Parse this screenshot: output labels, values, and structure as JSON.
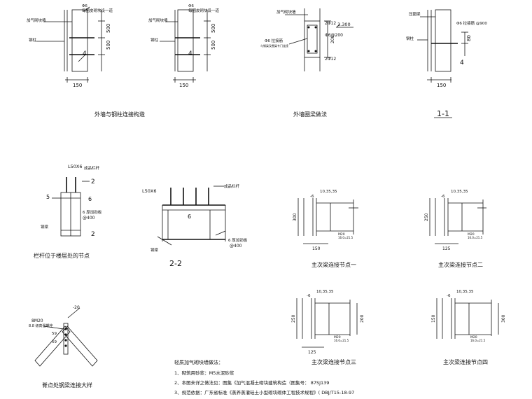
{
  "labels": {
    "d1": {
      "title": "外墙与钢柱连接构造",
      "wall": "加气砌块墙",
      "phi6": "Φ6",
      "every": "每圈皮砌块设一道",
      "col": "钢柱",
      "dim500a": "500",
      "dim500b": "500",
      "num4": "4",
      "w150": "150"
    },
    "d2": {
      "wall": "加气砌块墙",
      "phi6": "Φ6",
      "every": "每圈皮砌块设一道",
      "col": "钢柱",
      "dim500a": "500",
      "dim500b": "500",
      "num4": "4",
      "w150": "150"
    },
    "d3": {
      "title": "外墙圈梁做法",
      "wall": "加气砌块墙",
      "bar1": "2Φ12",
      "stir": "Φ6@200",
      "bar2": "2Φ12",
      "elev": "3.300",
      "dim200": "200",
      "phi6": "Φ6 拉接筋",
      "note": "与钢梁及圈梁专门连接"
    },
    "d4": {
      "title": "1-1",
      "beam": "压圈梁",
      "phi6": "Φ6 拉接筋 @900",
      "col": "钢柱",
      "dim80": "80",
      "num4": "4",
      "w150": "150"
    },
    "d5": {
      "title": "栏杆位于楼层处的节点",
      "angle": "L50X6",
      "rail": "成品栏杆",
      "mark2a": "2",
      "mark2b": "2",
      "num5": "5",
      "num6": "6",
      "plate": "6 厚加劲板",
      "spacing": "@400",
      "beam": "钢梁"
    },
    "d6": {
      "title": "2-2",
      "angle": "L50X6",
      "rail": "成品栏杆",
      "num6": "6",
      "plate": "6 厚加劲板",
      "spacing": "@400",
      "beam": "钢梁"
    },
    "n1": {
      "title": "主次梁连接节点一",
      "top": "10,35,35",
      "t6": "-6",
      "d300": "300",
      "d150": "150",
      "bolt": "M20",
      "bolt2": "16.0=21.5"
    },
    "n2": {
      "title": "主次梁连接节点二",
      "top": "10,35,35",
      "t6": "-6",
      "d250": "250",
      "d125": "125",
      "bolt": "M20",
      "bolt2": "16.0=21.5"
    },
    "n3": {
      "title": "主次梁连接节点三",
      "top": "10,35,35",
      "t6": "-6",
      "d250": "250",
      "d200": "200",
      "d125": "125",
      "bolt": "M20",
      "bolt2": "16.0=21.5"
    },
    "n4": {
      "title": "主次梁连接节点四",
      "top": "10,35,35",
      "t6": "-6",
      "d150": "150",
      "d300": "300",
      "bolt": "M20",
      "bolt2": "16.0=21.5"
    },
    "ridge": {
      "title": "脊点处钢梁连接大样",
      "bolt": "8M20",
      "grade": "8.8 级高强螺栓",
      "plate": "-20",
      "m1": "59",
      "m2": "59"
    }
  },
  "notes": {
    "heading": "轻质加气砌块墙做法：",
    "l1": "1、砌筑用砂浆：M5水泥砂浆",
    "l2": "2、本图未详之做法见：图集《加气混凝土砌块建筑构造（图集号： 87SJ139",
    "l3": "3、规范依据：广东省标准《蒸养蒸灌硅土小型砌块砌体工程技术规程》( DBJ/T15-18-97"
  }
}
